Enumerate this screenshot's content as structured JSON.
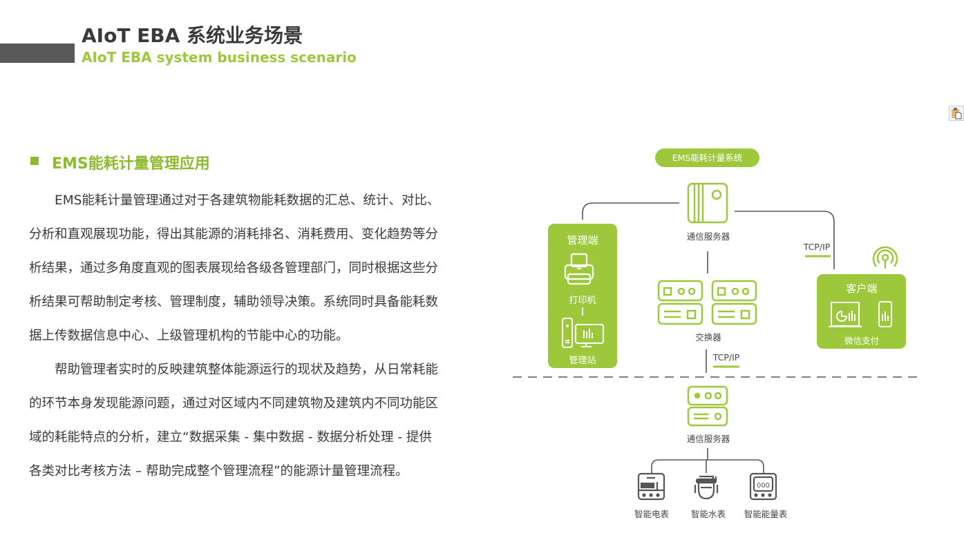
{
  "header": {
    "title": "AIoT EBA 系统业务场景",
    "subtitle": "AIoT EBA system business scenario"
  },
  "section": {
    "heading": "EMS能耗计量管理应用"
  },
  "paragraphs": [
    [
      "　　EMS能耗计量管理通过对于各建筑物能耗数据的汇总、统计、对比、",
      "分析和直观展现功能，得出其能源的消耗排名、消耗费用、变化趋势等分",
      "析结果，通过多角度直观的图表展现给各级各管理部门，同时根据这些分",
      "析结果可帮助制定考核、管理制度，辅助领导决策。系统同时具备能耗数",
      "据上传数据信息中心、上级管理机构的节能中心的功能。"
    ],
    [
      "　　帮助管理者实时的反映建筑整体能源运行的现状及趋势，从日常耗能",
      "的环节本身发现能源问题，通过对区域内不同建筑物及建筑内不同功能区",
      "域的耗能特点的分析，建立“数据采集 - 集中数据 - 数据分析处理 - 提供",
      "各类对比考核方法 – 帮助完成整个管理流程”的能源计量管理流程。"
    ]
  ],
  "diagram": {
    "system_label": "EMS能耗计量系统",
    "server_top": "通信服务器",
    "admin": {
      "title": "管理端",
      "printer": "打印机",
      "station": "管理站"
    },
    "switch": "交换器",
    "tcp_left": "TCP/IP",
    "tcp_right": "TCP/IP",
    "client": {
      "title": "客户端",
      "payment": "微信支付"
    },
    "server_bottom": "通信服务器",
    "meters": [
      "智能电表",
      "智能水表",
      "智能能量表"
    ],
    "meter_display": "000"
  },
  "colors": {
    "accent": "#9dc83c",
    "dark": "#595959"
  }
}
